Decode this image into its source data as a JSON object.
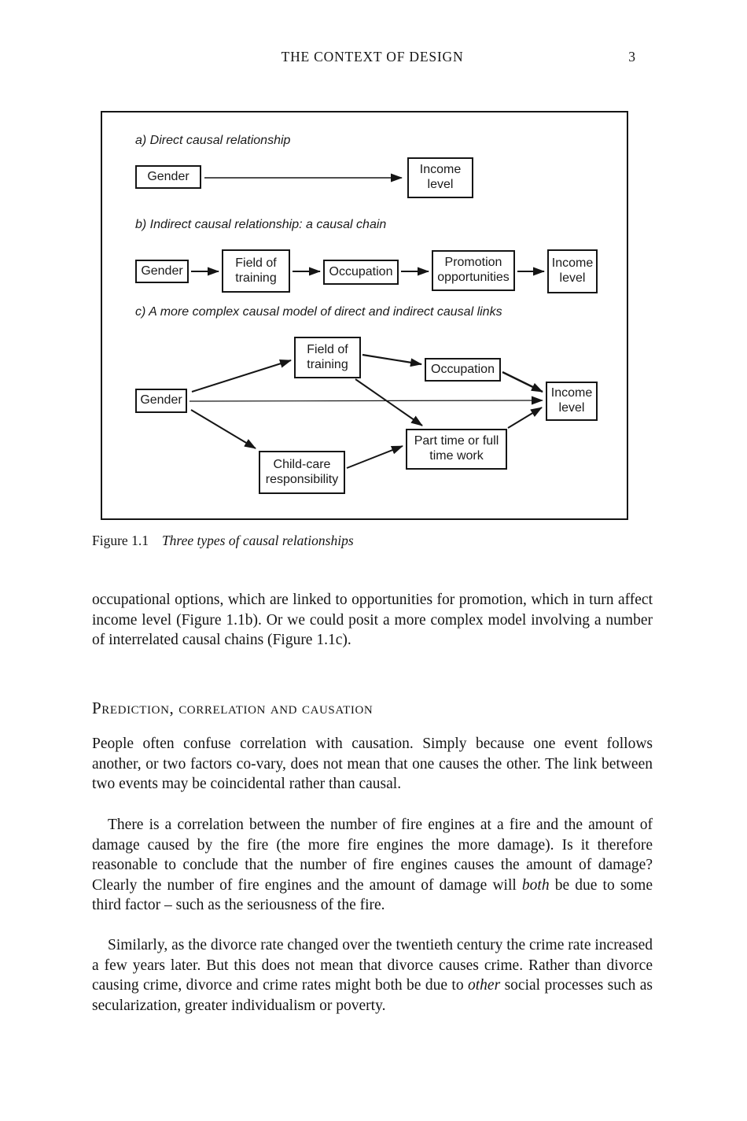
{
  "header": {
    "title": "THE CONTEXT OF DESIGN",
    "page_number": "3"
  },
  "figure": {
    "panels": [
      {
        "label": "a) Direct causal relationship"
      },
      {
        "label": "b) Indirect causal relationship: a causal chain"
      },
      {
        "label": "c) A more complex causal model of direct and indirect causal links"
      }
    ],
    "panel_a": {
      "gender": "Gender",
      "income_level": "Income level"
    },
    "panel_b": {
      "gender": "Gender",
      "field_of_training": "Field of training",
      "occupation": "Occupation",
      "promotion_opportunities": "Promotion opportunities",
      "income_level": "Income level"
    },
    "panel_c": {
      "gender": "Gender",
      "field_of_training": "Field of training",
      "occupation": "Occupation",
      "income_level": "Income level",
      "part_time_or_full_time_work": "Part time or full time work",
      "child_care_responsibility": "Child-care responsibility"
    },
    "caption": {
      "label": "Figure 1.1",
      "text": "Three types of causal relationships"
    }
  },
  "body": {
    "section_heading": "Prediction, correlation and causation",
    "paragraphs": [
      {
        "segments": [
          {
            "text": "occupational options, which are linked to opportunities for promotion, which in turn affect income level (Figure 1.1b). Or we could posit a more complex model involving a number of interrelated causal chains (Figure 1.1c).",
            "italic": false
          }
        ]
      },
      {
        "segments": [
          {
            "text": "People often confuse correlation with causation. Simply because one event follows another, or two factors co-vary, does not mean that one causes the other. The link between two events may be coincidental rather than causal.",
            "italic": false
          }
        ]
      },
      {
        "segments": [
          {
            "text": "There is a correlation between the number of fire engines at a fire and the amount of damage caused by the fire (the more fire engines the more damage). Is it therefore reasonable to conclude that the number of fire engines causes the amount of damage? Clearly the number of fire engines and the amount of damage will ",
            "italic": false
          },
          {
            "text": "both",
            "italic": true
          },
          {
            "text": " be due to some third factor – such as the seriousness of the fire.",
            "italic": false
          }
        ]
      },
      {
        "segments": [
          {
            "text": "Similarly, as the divorce rate changed over the twentieth century the crime rate increased a few years later. But this does not mean that divorce causes crime. Rather than divorce causing crime, divorce and crime rates might both be due to ",
            "italic": false
          },
          {
            "text": "other",
            "italic": true
          },
          {
            "text": " social processes such as secularization, greater individualism or poverty.",
            "italic": false
          }
        ]
      }
    ]
  }
}
